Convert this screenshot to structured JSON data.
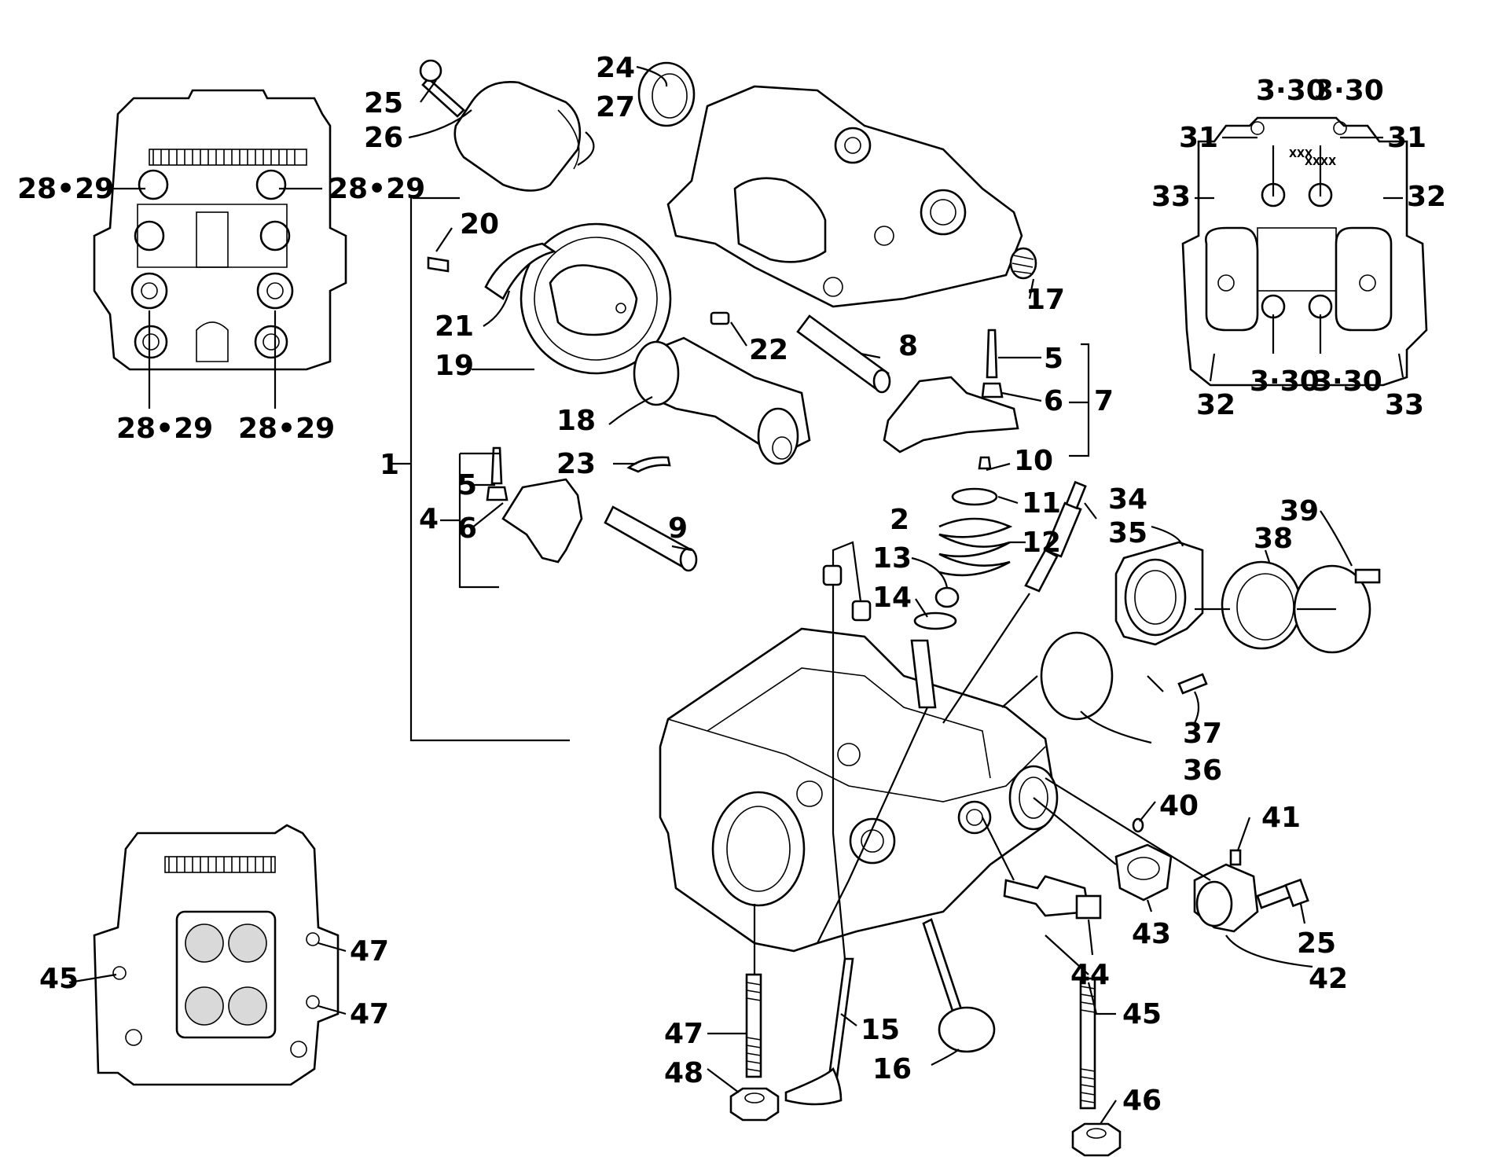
{
  "labels": {
    "l1": "1",
    "l2": "2",
    "l4": "4",
    "l5a": "5",
    "l5b": "5",
    "l6a": "6",
    "l6b": "6",
    "l7": "7",
    "l8": "8",
    "l9": "9",
    "l10": "10",
    "l11": "11",
    "l12": "12",
    "l13": "13",
    "l14": "14",
    "l15": "15",
    "l16": "16",
    "l17": "17",
    "l18": "18",
    "l19": "19",
    "l20": "20",
    "l21": "21",
    "l22": "22",
    "l23": "23",
    "l24": "24",
    "l25a": "25",
    "l25b": "25",
    "l26": "26",
    "l27": "27",
    "l2829a": "28•29",
    "l2829b": "28•29",
    "l2829c": "28•29",
    "l2829d": "28•29",
    "l330a": "3·30",
    "l330b": "3·30",
    "l330c": "3·30",
    "l330d": "3·30",
    "l31a": "31",
    "l31b": "31",
    "l32a": "32",
    "l32b": "32",
    "l33a": "33",
    "l33b": "33",
    "l34": "34",
    "l35": "35",
    "l36": "36",
    "l37": "37",
    "l38": "38",
    "l39": "39",
    "l40": "40",
    "l41": "41",
    "l42": "42",
    "l43": "43",
    "l44": "44",
    "l45a": "45",
    "l45b": "45",
    "l46": "46",
    "l47a": "47",
    "l47b": "47",
    "l47c": "47",
    "l48": "48"
  },
  "head_text": {
    "mark1": "XXX",
    "mark2": "XXXX"
  }
}
